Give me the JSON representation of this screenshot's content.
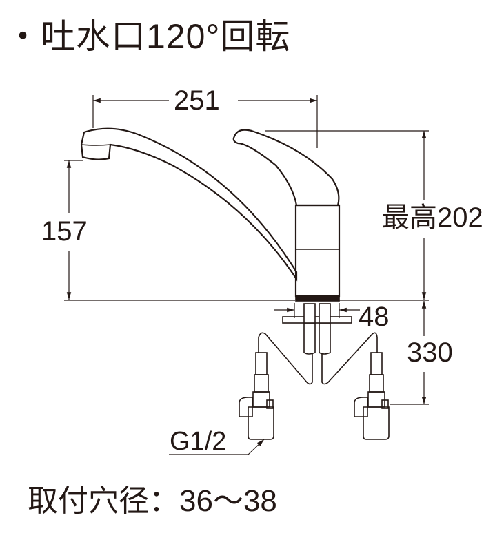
{
  "title": "・吐水口120°回転",
  "dimensions": {
    "width": "251",
    "spout_height": "157",
    "max_height": "最高202",
    "base_width": "48",
    "hose_length": "330",
    "thread": "G1/2"
  },
  "footer": "取付穴径：36～38"
}
